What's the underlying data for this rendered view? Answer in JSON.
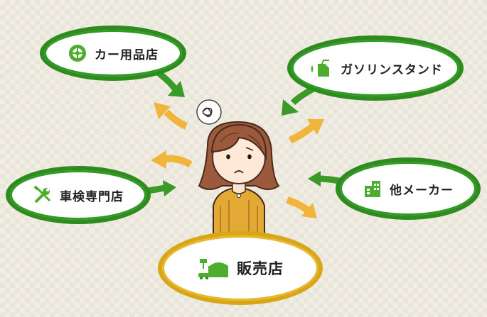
{
  "nodes": {
    "car_parts": {
      "label": "カー用品店",
      "icon": "tire-icon"
    },
    "gas_station": {
      "label": "ガソリンスタンド",
      "icon": "fuel-can-icon"
    },
    "inspection": {
      "label": "車検専門店",
      "icon": "wrench-screwdriver-icon"
    },
    "other_maker": {
      "label": "他メーカー",
      "icon": "building-icon"
    },
    "dealer": {
      "label": "販売店",
      "icon": "dealership-icon"
    }
  },
  "person": {
    "thought": "tangled-thought-icon",
    "mood": "troubled"
  },
  "colors": {
    "green_border": "#2e8b1e",
    "green_arrow": "#3a9a28",
    "yellow_arrow": "#f0b53a",
    "dealer_border": "#d9a619",
    "icon_green": "#4cae2c"
  }
}
